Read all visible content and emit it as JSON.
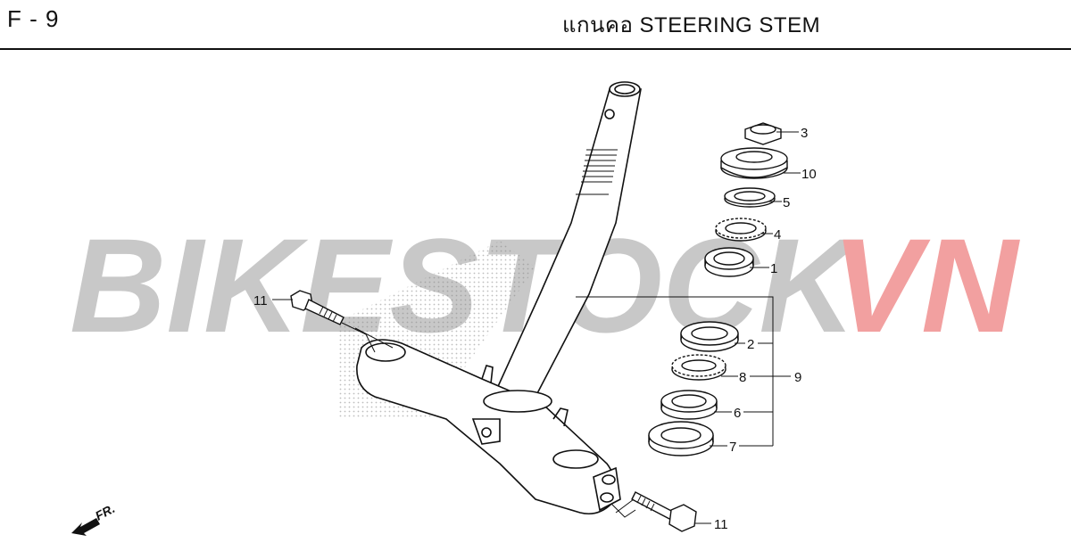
{
  "header": {
    "code": "F - 9",
    "title": "แกนคอ  STEERING STEM"
  },
  "watermark": {
    "text_main": "BIKESTOCK",
    "text_accent": "VN",
    "color_main": "#c8c8c8",
    "color_accent": "#f2a0a0"
  },
  "direction_marker": {
    "label": "FR."
  },
  "callouts": [
    {
      "id": "c3",
      "label": "3"
    },
    {
      "id": "c10",
      "label": "10"
    },
    {
      "id": "c5",
      "label": "5"
    },
    {
      "id": "c4",
      "label": "4"
    },
    {
      "id": "c1",
      "label": "1"
    },
    {
      "id": "c2",
      "label": "2"
    },
    {
      "id": "c8",
      "label": "8"
    },
    {
      "id": "c9",
      "label": "9"
    },
    {
      "id": "c6",
      "label": "6"
    },
    {
      "id": "c7",
      "label": "7"
    },
    {
      "id": "c11a",
      "label": "11"
    },
    {
      "id": "c11b",
      "label": "11"
    }
  ]
}
